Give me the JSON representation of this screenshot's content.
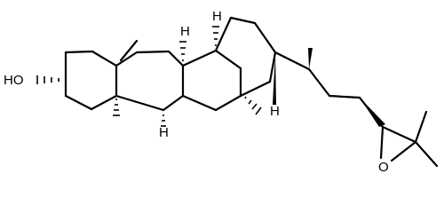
{
  "atom_labels": {
    "hydroxyl": "HO",
    "epoxide_oxygen": "O",
    "h_c8": "H",
    "h_c9": "H",
    "h_c14": "H",
    "h_c17": "H"
  },
  "colors": {
    "bond": "#000000",
    "background": "#ffffff"
  }
}
